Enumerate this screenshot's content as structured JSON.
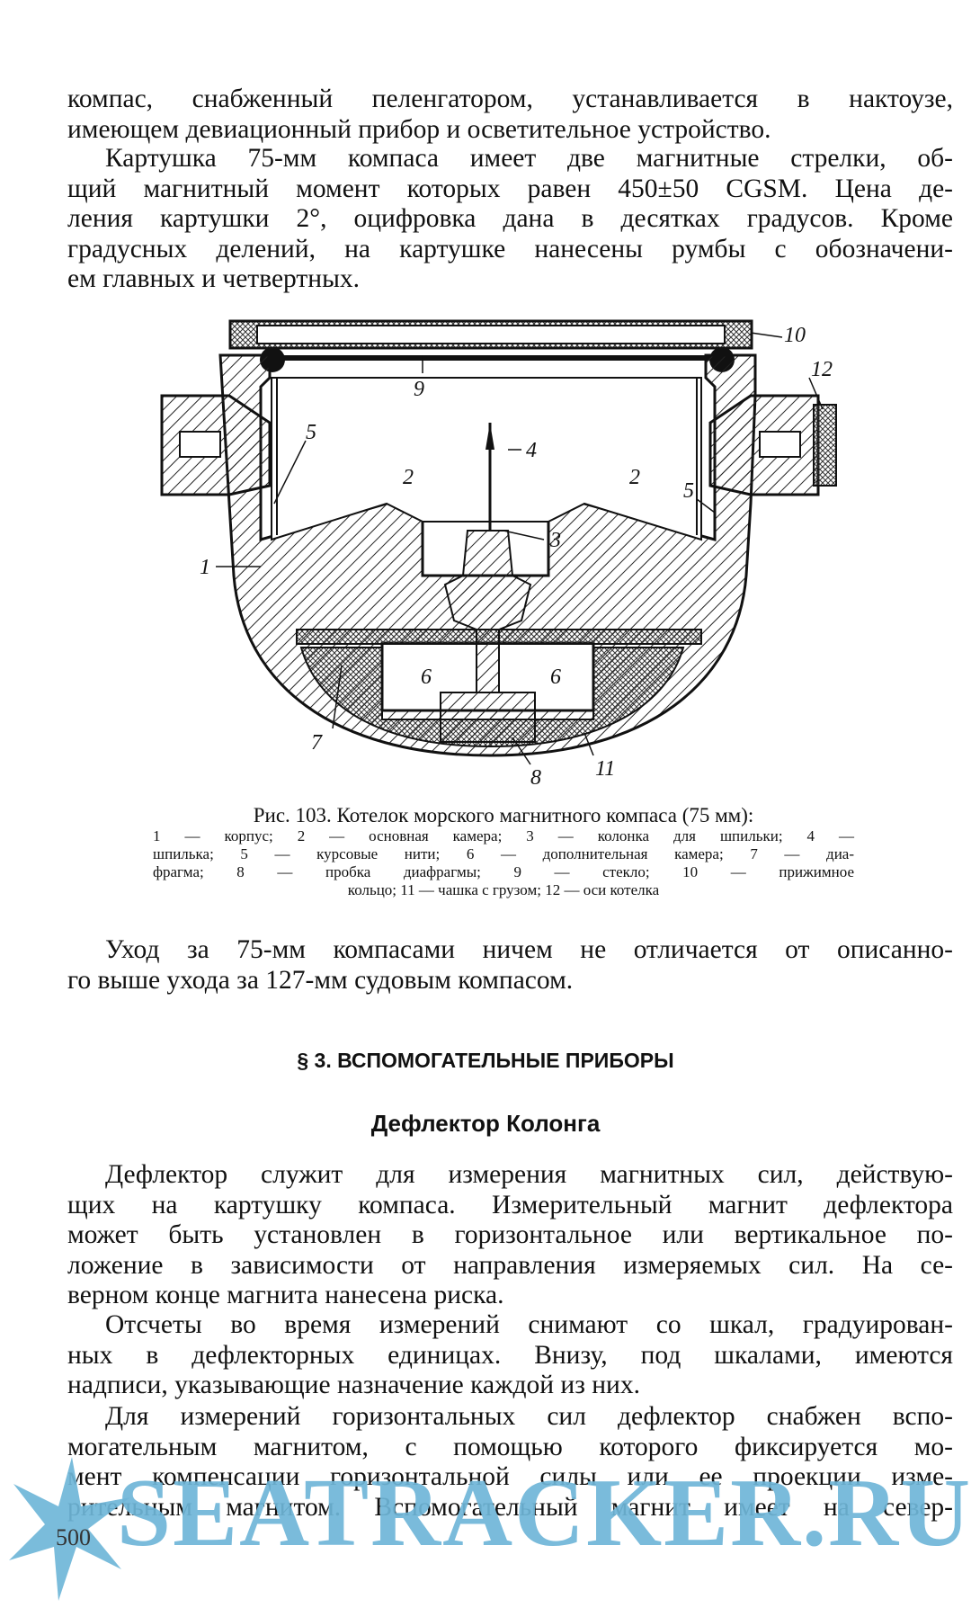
{
  "text": {
    "p1": [
      "компас, снабженный пеленгатором, устанавливается в нактоузе,",
      "имеющем девиационный прибор и осветительное устройство."
    ],
    "p2": [
      "Картушка 75-мм компаса имеет две магнитные стрелки, об-",
      "щий магнитный момент которых равен 450±50 CGSM. Цена де-",
      "ления картушки 2°, оцифровка дана в десятках градусов. Кроме",
      "градусных делений, на картушке нанесены румбы с обозначени-",
      "ем главных и четвертных."
    ],
    "p3": [
      "Уход за 75-мм компасами ничем не отличается от описанно-",
      "го выше ухода за 127-мм судовым компасом."
    ],
    "p4": [
      "Дефлектор служит для измерения магнитных сил, действую-",
      "щих на картушку компаса. Измерительный магнит дефлектора",
      "может быть установлен в горизонтальное или вертикальное по-",
      "ложение в зависимости от направления измеряемых сил. На се-",
      "верном конце магнита нанесена риска."
    ],
    "p5": [
      "Отсчеты во время измерений снимают со шкал, градуирован-",
      "ных в дефлекторных единицах. Внизу, под шкалами, имеются",
      "надписи, указывающие назначение каждой из них."
    ],
    "p6": [
      "Для измерений горизонтальных сил дефлектор снабжен вспо-",
      "могательным магнитом, с помощью которого фиксируется мо-",
      "мент компенсации горизонтальной силы или ее проекции изме-",
      "рительным магнитом. Вспомогательный магнит имеет на север-"
    ]
  },
  "figure": {
    "caption_title": "Рис. 103. Котелок морского магнитного компаса (75 мм):",
    "caption_lines": [
      "1 — корпус; 2 — основная камера; 3 — колонка для шпильки; 4 —",
      "шпилька; 5 — курсовые нити; 6 — дополнительная камера; 7 — диа-",
      "фрагма; 8 — пробка диафрагмы; 9 — стекло; 10 — прижимное",
      "кольцо; 11 — чашка с грузом; 12 — оси котелка"
    ],
    "labels": [
      "1",
      "2",
      "2",
      "3",
      "4",
      "5",
      "5",
      "6",
      "6",
      "7",
      "8",
      "9",
      "10",
      "11",
      "12"
    ]
  },
  "section_heading": "§ 3. ВСПОМОГАТЕЛЬНЫЕ ПРИБОРЫ",
  "subheading": "Дефлектор Колонга",
  "page_number": "500",
  "watermark": "SEATRACKER.RU",
  "colors": {
    "watermark": "#6fb6d8",
    "ink": "#111111"
  }
}
